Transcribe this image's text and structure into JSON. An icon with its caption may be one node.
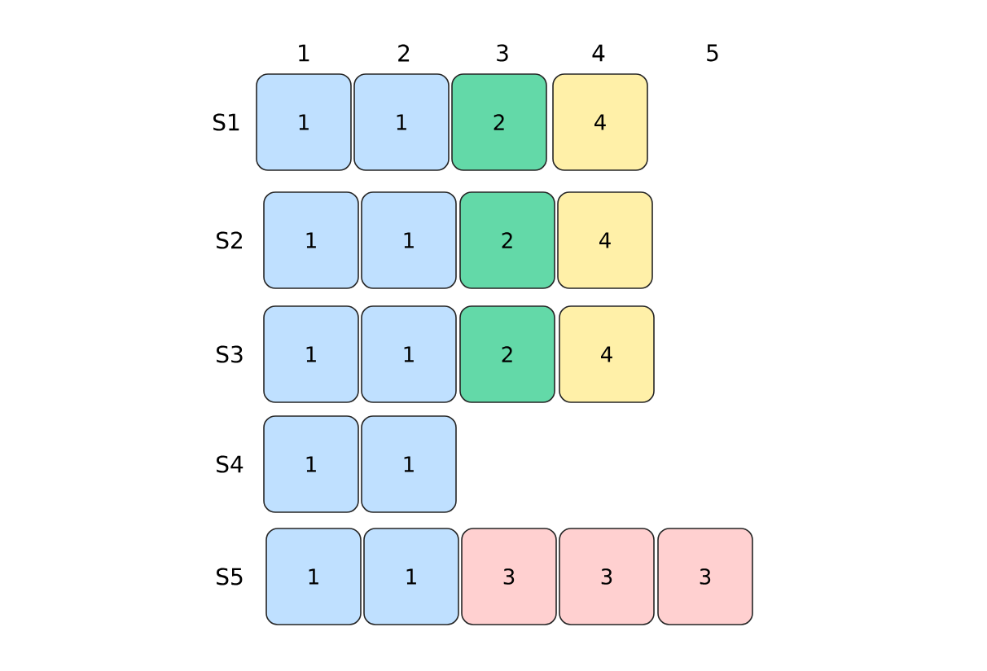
{
  "diagram": {
    "nodes": [
      {
        "text": [
          "1"
        ]
      },
      {
        "text": [
          "1"
        ]
      },
      {
        "text": [
          "2"
        ]
      },
      {
        "text": [
          "4"
        ]
      },
      {
        "text": [
          "1"
        ]
      },
      {
        "text": [
          "1"
        ]
      },
      {
        "text": [
          "2"
        ]
      },
      {
        "text": [
          "4"
        ]
      },
      {
        "text": [
          "1"
        ]
      },
      {
        "text": [
          "1"
        ]
      },
      {
        "text": [
          "2"
        ]
      },
      {
        "text": [
          "4"
        ]
      },
      {
        "text": [
          "1"
        ]
      },
      {
        "text": [
          "1"
        ]
      },
      {
        "text": [
          "1"
        ]
      },
      {
        "text": [
          "1"
        ]
      },
      {
        "text": [
          "3"
        ]
      },
      {
        "text": [
          "3"
        ]
      },
      {
        "text": [
          "3"
        ]
      }
    ],
    "labels": [
      "1",
      "2",
      "3",
      "4",
      "5",
      "S1",
      "S2",
      "S3",
      "S4",
      "S5"
    ]
  }
}
